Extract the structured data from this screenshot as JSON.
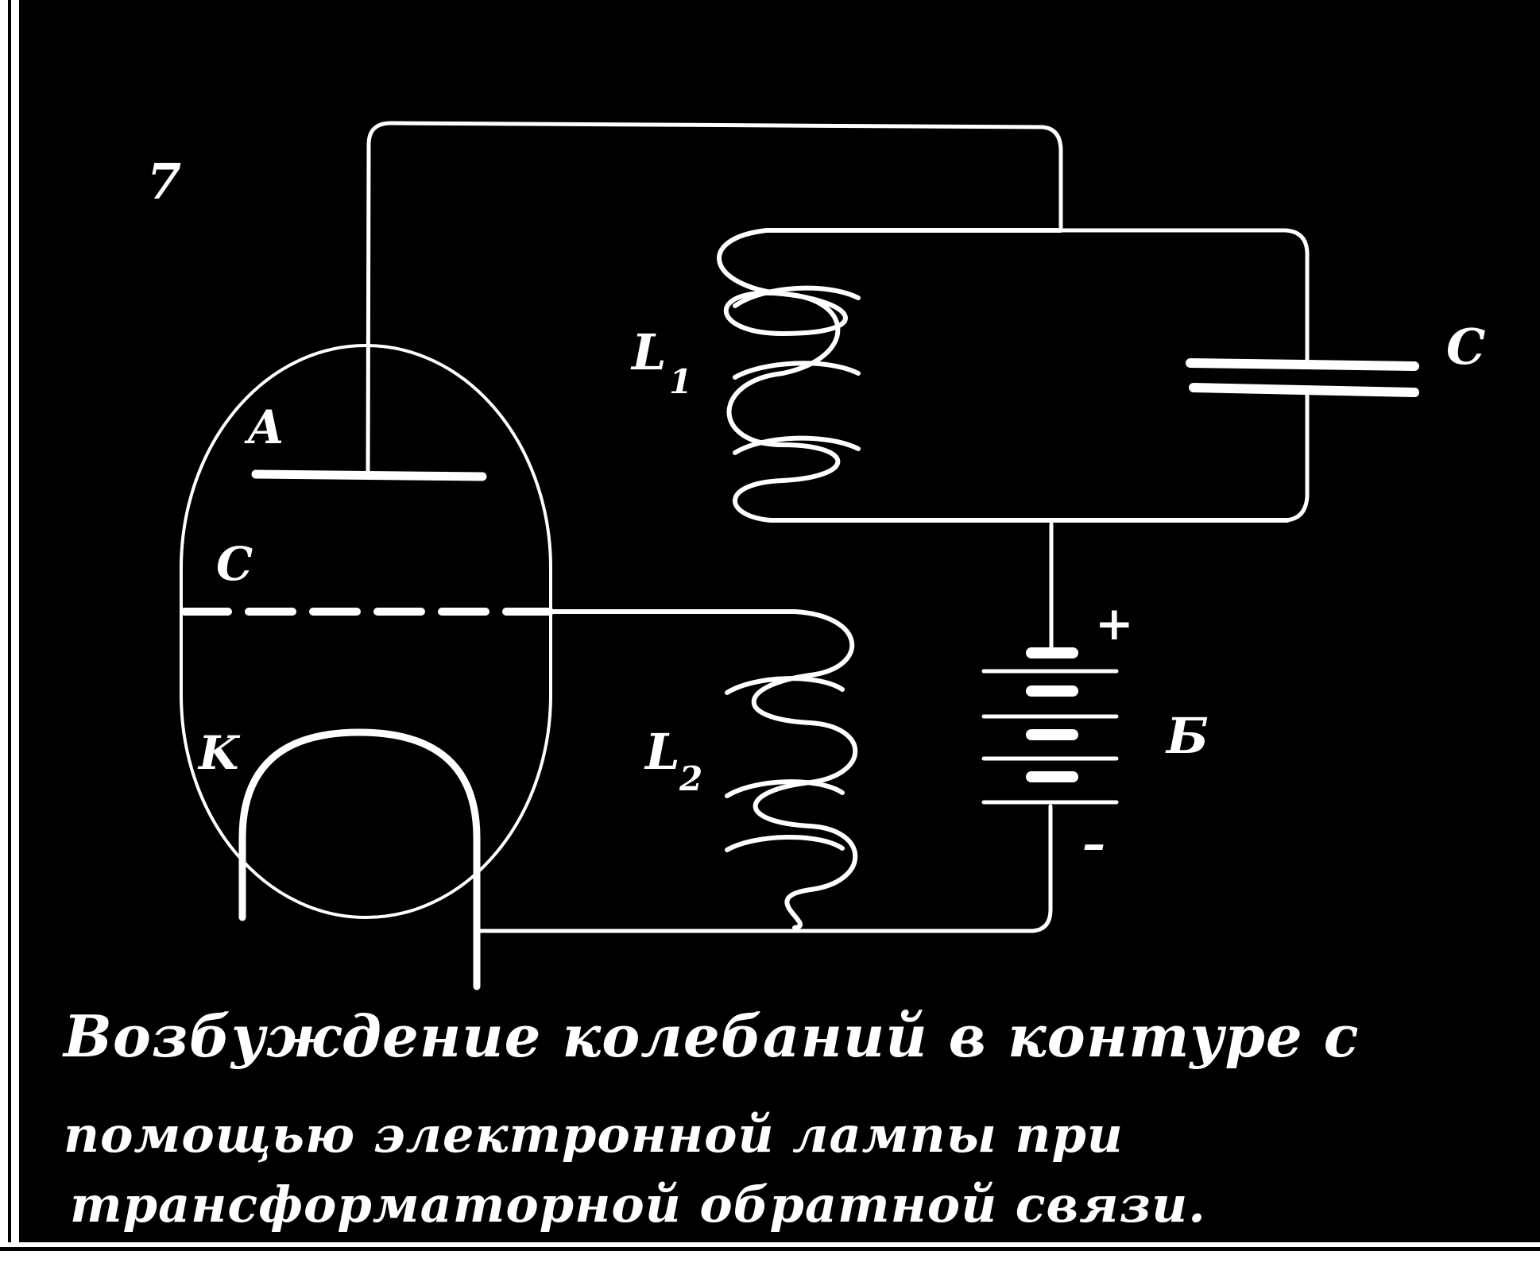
{
  "figure_number": "7",
  "labels": {
    "anode": "A",
    "grid": "C",
    "cathode": "K",
    "coil_1": "L",
    "coil_1_sub": "1",
    "coil_2": "L",
    "coil_2_sub": "2",
    "capacitor": "C",
    "battery": "Б",
    "plus": "+",
    "minus": "–"
  },
  "caption": [
    "Возбуждение колебаний в контуре с",
    "помощью электронной лампы при",
    "трансформаторной обратной связи."
  ],
  "colors": {
    "background": "#000000",
    "lines": "#ffffff",
    "border": "#ffffff"
  }
}
